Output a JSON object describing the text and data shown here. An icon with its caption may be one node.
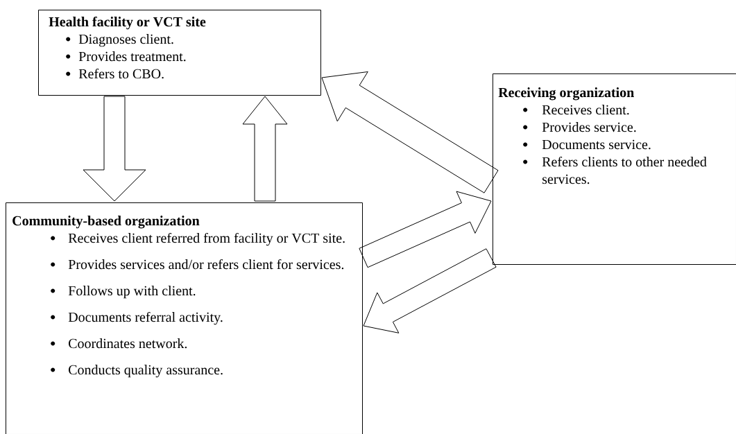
{
  "diagram": {
    "nodes": [
      {
        "text": [
          "Health facility or VCT site",
          "Diagnoses client.",
          "Provides treatment.",
          "Refers to CBO."
        ]
      },
      {
        "text": [
          "Receiving organization",
          "Receives client.",
          "Provides service.",
          "Documents service.",
          "Refers clients to other needed services."
        ]
      },
      {
        "text": [
          "Community-based organization",
          "Receives client referred from facility or VCT site.",
          "Provides services and/or refers client for services.",
          "Follows up with client.",
          "Documents referral activity.",
          "Coordinates network.",
          "Conducts quality assurance."
        ]
      }
    ],
    "edges": [
      {
        "from": 0,
        "to": 2,
        "arrow": "to"
      },
      {
        "from": 2,
        "to": 0,
        "arrow": "to"
      },
      {
        "from": 1,
        "to": 0,
        "arrow": "to"
      },
      {
        "from": 2,
        "to": 1,
        "arrow": "to"
      },
      {
        "from": 1,
        "to": 2,
        "arrow": "to"
      }
    ]
  }
}
